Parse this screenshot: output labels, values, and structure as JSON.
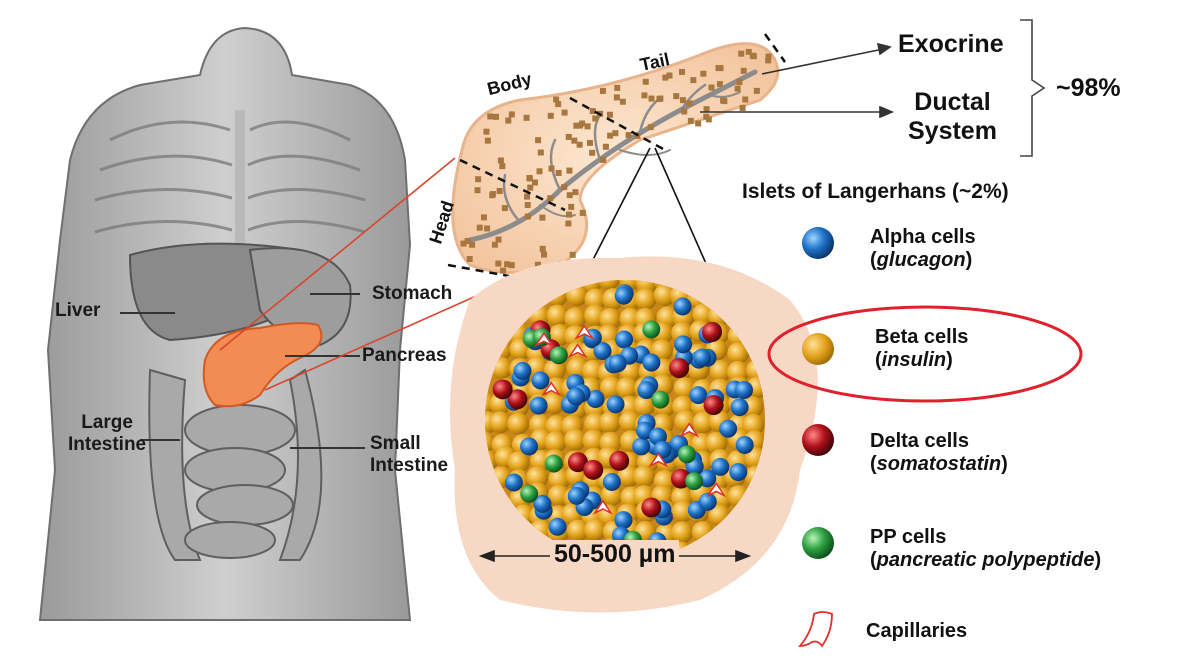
{
  "organs": {
    "liver": "Liver",
    "stomach": "Stomach",
    "pancreas": "Pancreas",
    "large_intestine_1": "Large",
    "large_intestine_2": "Intestine",
    "small_intestine_1": "Small",
    "small_intestine_2": "Intestine"
  },
  "pancreas_regions": {
    "body": "Body",
    "tail": "Tail",
    "head": "Head"
  },
  "exocrine": {
    "exocrine": "Exocrine",
    "ductal_1": "Ductal",
    "ductal_2": "System",
    "percent": "~98%"
  },
  "islet": {
    "title": "Islets of Langerhans (~2%)",
    "scale": "50-500 µm"
  },
  "legend": [
    {
      "name": "Alpha cells",
      "hormone": "glucagon",
      "color": "#1e73c8"
    },
    {
      "name": "Beta cells",
      "hormone": "insulin",
      "color": "#e3a21a"
    },
    {
      "name": "Delta cells",
      "hormone": "somatostatin",
      "color": "#b3121b"
    },
    {
      "name": "PP cells",
      "hormone": "pancreatic polypeptide",
      "color": "#2ea043"
    },
    {
      "name": "Capillaries",
      "hormone": "",
      "color": "#e0302a"
    }
  ],
  "highlight_color": "#e0202a"
}
